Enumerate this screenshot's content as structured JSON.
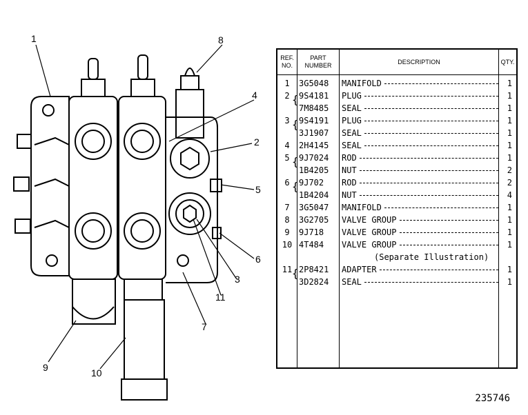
{
  "callouts": [
    "1",
    "2",
    "3",
    "4",
    "5",
    "6",
    "7",
    "8",
    "9",
    "10",
    "11"
  ],
  "table": {
    "headers": {
      "ref_no": "REF. NO.",
      "part_number": "PART NUMBER",
      "description": "DESCRIPTION",
      "qty": "QTY."
    },
    "rows": [
      {
        "ref": "1",
        "part": "3G5048",
        "desc": "MANIFOLD",
        "qty": "1"
      },
      {
        "ref": "2",
        "part": "9S4181",
        "desc": "PLUG",
        "qty": "1"
      },
      {
        "ref": "",
        "part": "7M8485",
        "desc": "SEAL",
        "qty": "1"
      },
      {
        "ref": "3",
        "part": "9S4191",
        "desc": "PLUG",
        "qty": "1"
      },
      {
        "ref": "",
        "part": "3J1907",
        "desc": "SEAL",
        "qty": "1"
      },
      {
        "ref": "4",
        "part": "2H4145",
        "desc": "SEAL",
        "qty": "1"
      },
      {
        "ref": "5",
        "part": "9J7024",
        "desc": "ROD",
        "qty": "1"
      },
      {
        "ref": "",
        "part": "1B4205",
        "desc": "NUT",
        "qty": "2"
      },
      {
        "ref": "6",
        "part": "9J702",
        "desc": "ROD",
        "qty": "2"
      },
      {
        "ref": "",
        "part": "1B4204",
        "desc": "NUT",
        "qty": "4"
      },
      {
        "ref": "7",
        "part": "3G5047",
        "desc": "MANIFOLD",
        "qty": "1"
      },
      {
        "ref": "8",
        "part": "3G2705",
        "desc": "VALVE GROUP",
        "qty": "1"
      },
      {
        "ref": "9",
        "part": "9J718",
        "desc": "VALVE GROUP",
        "qty": "1"
      },
      {
        "ref": "10",
        "part": "4T484",
        "desc": "VALVE GROUP",
        "qty": "1"
      },
      {
        "ref": "",
        "part": "",
        "desc": "(Separate Illustration)",
        "qty": ""
      },
      {
        "ref": "11",
        "part": "2P8421",
        "desc": "ADAPTER",
        "qty": "1"
      },
      {
        "ref": "",
        "part": "3D2824",
        "desc": "SEAL",
        "qty": "1"
      }
    ]
  },
  "figure_number": "235746"
}
